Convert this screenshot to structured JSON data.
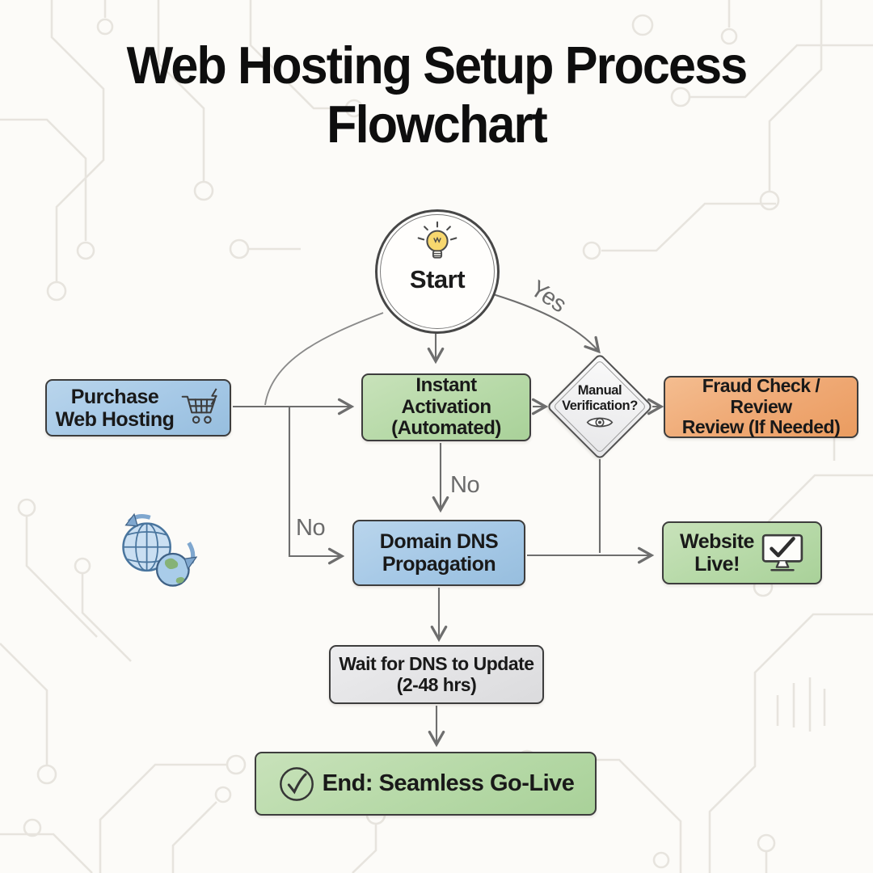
{
  "title": "Web Hosting Setup Process Flowchart",
  "colors": {
    "box_blue": "#a5c8e6",
    "box_green": "#b6d9a7",
    "box_orange": "#efa873",
    "box_gray": "#e2e2e4",
    "bulb_yellow": "#f7d76e",
    "connector_gray": "#6e6e6e",
    "background": "#fcfbf8"
  },
  "nodes": {
    "start": {
      "label": "Start",
      "icon": "lightbulb-icon"
    },
    "purchase": {
      "line1": "Purchase",
      "line2": "Web Hosting",
      "icon": "cart-lightning-icon"
    },
    "activation": {
      "line1": "Instant Activation",
      "line2": "(Automated)"
    },
    "verification": {
      "line1": "Manual",
      "line2": "Verification?",
      "icon": "eye-icon"
    },
    "fraud": {
      "line1": "Fraud Check / Review",
      "line2": "Review (If Needed)"
    },
    "dns": {
      "line1": "Domain DNS",
      "line2": "Propagation"
    },
    "website": {
      "line1": "Website",
      "line2": "Live!",
      "icon": "monitor-check-icon"
    },
    "wait": {
      "line1": "Wait for DNS to Update",
      "line2": "(2-48 hrs)"
    },
    "end": {
      "label": "End: Seamless Go-Live",
      "icon": "check-circle-icon"
    }
  },
  "edge_labels": {
    "yes": "Yes",
    "no_to_dns": "No",
    "no_left": "No"
  },
  "decorations": {
    "globe": "globe-sync-icon",
    "background_pattern": "circuit-board-pattern"
  }
}
